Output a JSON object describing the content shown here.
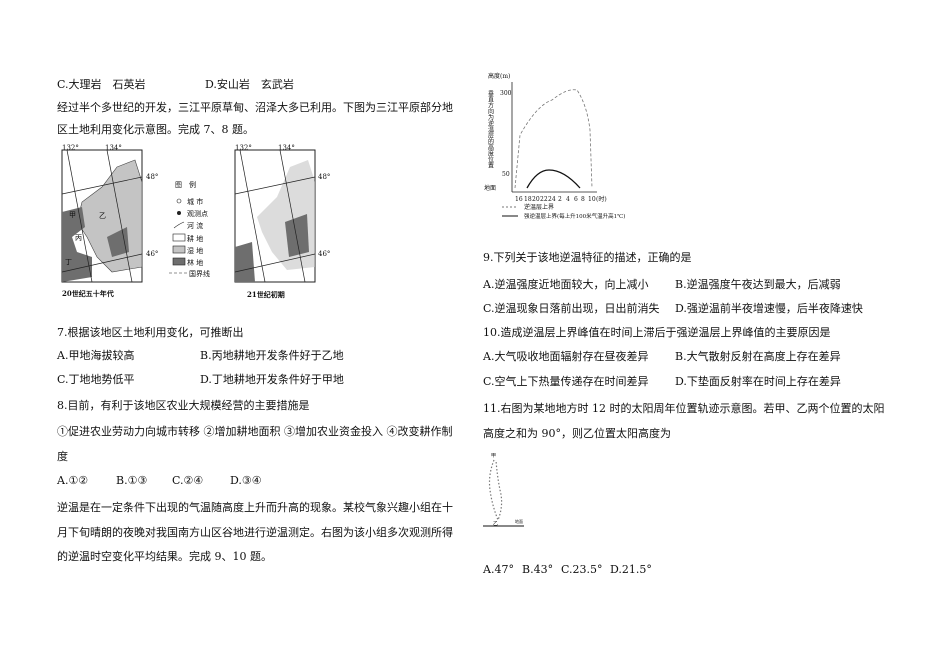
{
  "left": {
    "q6_options": [
      "C.大理岩　石英岩",
      "D.安山岩　玄武岩"
    ],
    "intro_7_8": [
      "经过半个多世纪的开发，三江平原草甸、沼泽大多已利用。下图为三江平原部分地",
      "区土地利用变化示意图。完成 7、8 题。"
    ],
    "map": {
      "lon_labels": [
        "132°",
        "134°"
      ],
      "lat_labels": [
        "48°",
        "46°"
      ],
      "places": [
        "甲",
        "乙",
        "丙",
        "丁"
      ],
      "captions": [
        "20世纪五十年代",
        "21世纪初期"
      ],
      "legend_title": "图　例",
      "legend": [
        "城 市",
        "观测点",
        "河 流",
        "耕 地",
        "湿 地",
        "林 地",
        "国界线"
      ],
      "colors": {
        "cropland": "#ffffff",
        "wetland": "#c4c4c4",
        "forest": "#6e6e6e"
      }
    },
    "q7": {
      "stem": "7.根据该地区土地利用变化，可推断出",
      "options": [
        "A.甲地海拔较高",
        "B.丙地耕地开发条件好于乙地",
        "C.丁地地势低平",
        "D.丁地耕地开发条件好于甲地"
      ]
    },
    "q8": {
      "stem": "8.目前，有利于该地区农业大规模经营的主要措施是",
      "items": [
        "①促进农业劳动力向城市转移 ②增加耕地面积 ③增加农业资金投入 ④改变耕作制",
        "度"
      ],
      "options": [
        "A.①②",
        "B.①③",
        "C.②④",
        "D.③④"
      ]
    },
    "intro_9_10": [
      "逆温是在一定条件下出现的气温随高度上升而升高的现象。某校气象兴趣小组在十",
      "月下旬晴朗的夜晚对我国南方山区谷地进行逆温测定。右图为该小组多次观测所得",
      "的逆温时空变化平均结果。完成 9、10 题。"
    ]
  },
  "right": {
    "chart": {
      "ylabel": "高度(m)",
      "ylabel_vertical": "垂直方向为逆温层的高度位置",
      "ground": "地面",
      "y_ticks": [
        "300",
        "50"
      ],
      "x_ticks": [
        "16",
        "18",
        "20",
        "22",
        "24",
        "2",
        "4",
        "6",
        "8",
        "10"
      ],
      "x_unit": "(时)",
      "legend": [
        "逆温层上界",
        "强逆温层上界(每上升100米气温升高1℃)"
      ]
    },
    "q9": {
      "stem": "9.下列关于该地逆温特征的描述，正确的是",
      "options": [
        "A.逆温强度近地面较大，向上减小",
        "B.逆温强度午夜达到最大，后减弱",
        "C.逆温现象日落前出现，日出前消失",
        "D.强逆温前半夜增速慢，后半夜降速快"
      ]
    },
    "q10": {
      "stem": "10.造成逆温层上界峰值在时间上滞后于强逆温层上界峰值的主要原因是",
      "options": [
        "A.大气吸收地面辐射存在昼夜差异",
        "B.大气散射反射在高度上存在差异",
        "C.空气上下热量传递存在时间差异",
        "D.下垫面反射率在时间上存在差异"
      ]
    },
    "q11": {
      "stem": [
        "11.右图为某地地方时 12 时的太阳周年位置轨迹示意图。若甲、乙两个位置的太阳",
        "高度之和为 90°，则乙位置太阳高度为"
      ],
      "fig_labels": [
        "甲",
        "乙",
        "地面"
      ],
      "options": [
        "A.47°",
        "B.43°",
        "C.23.5°",
        "D.21.5°"
      ]
    }
  }
}
